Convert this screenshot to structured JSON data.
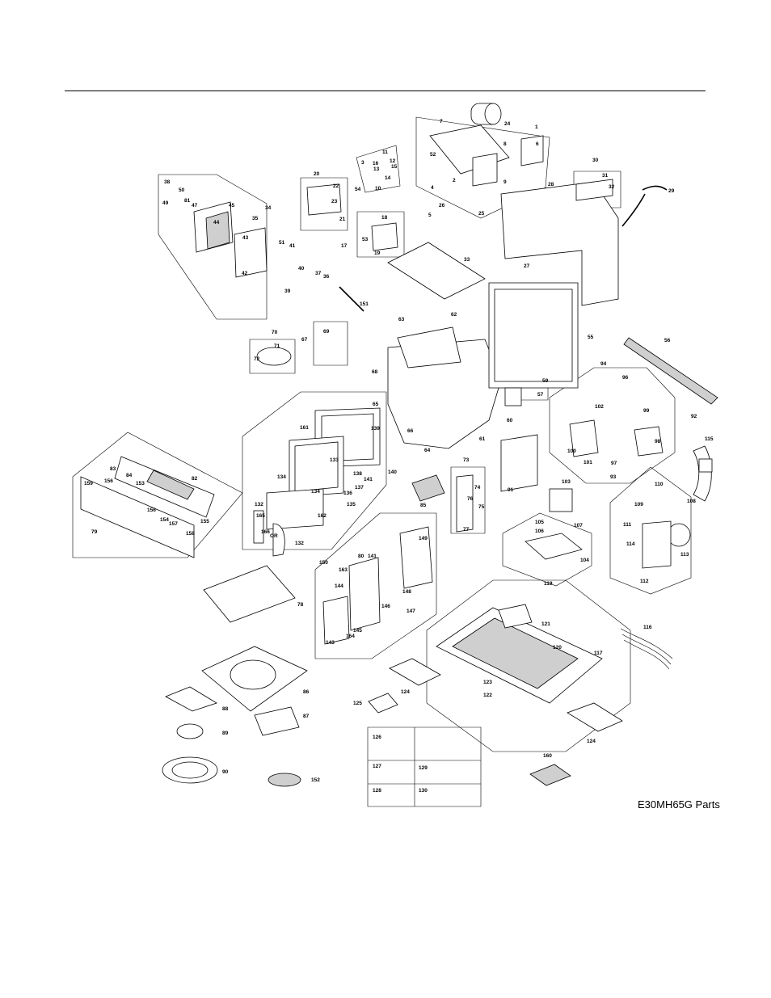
{
  "caption": "E30MH65G Parts",
  "callouts": [
    "1",
    "2",
    "3",
    "4",
    "5",
    "6",
    "7",
    "8",
    "9",
    "10",
    "11",
    "12",
    "13",
    "14",
    "15",
    "16",
    "17",
    "18",
    "19",
    "20",
    "21",
    "22",
    "23",
    "24",
    "25",
    "26",
    "27",
    "28",
    "29",
    "30",
    "31",
    "32",
    "33",
    "34",
    "35",
    "36",
    "37",
    "38",
    "39",
    "40",
    "41",
    "42",
    "43",
    "44",
    "45",
    "47",
    "49",
    "50",
    "51",
    "52",
    "53",
    "54",
    "55",
    "56",
    "57",
    "59",
    "60",
    "61",
    "62",
    "63",
    "64",
    "65",
    "66",
    "67",
    "68",
    "69",
    "70",
    "71",
    "72",
    "73",
    "74",
    "75",
    "76",
    "77",
    "78",
    "79",
    "80",
    "81",
    "82",
    "83",
    "84",
    "85",
    "86",
    "87",
    "88",
    "89",
    "90",
    "91",
    "92",
    "93",
    "94",
    "96",
    "97",
    "98",
    "99",
    "100",
    "101",
    "102",
    "103",
    "104",
    "105",
    "106",
    "107",
    "108",
    "109",
    "110",
    "111",
    "112",
    "113",
    "114",
    "115",
    "116",
    "117",
    "119",
    "120",
    "121",
    "122",
    "123",
    "124",
    "125",
    "126",
    "127",
    "128",
    "129",
    "130",
    "132",
    "133",
    "134",
    "135",
    "136",
    "137",
    "138",
    "139",
    "140",
    "141",
    "143",
    "144",
    "145",
    "146",
    "147",
    "148",
    "149",
    "150",
    "151",
    "152",
    "153",
    "154",
    "155",
    "156",
    "157",
    "158",
    "159",
    "160",
    "161",
    "162",
    "163",
    "164",
    "165",
    "166",
    "OR"
  ]
}
